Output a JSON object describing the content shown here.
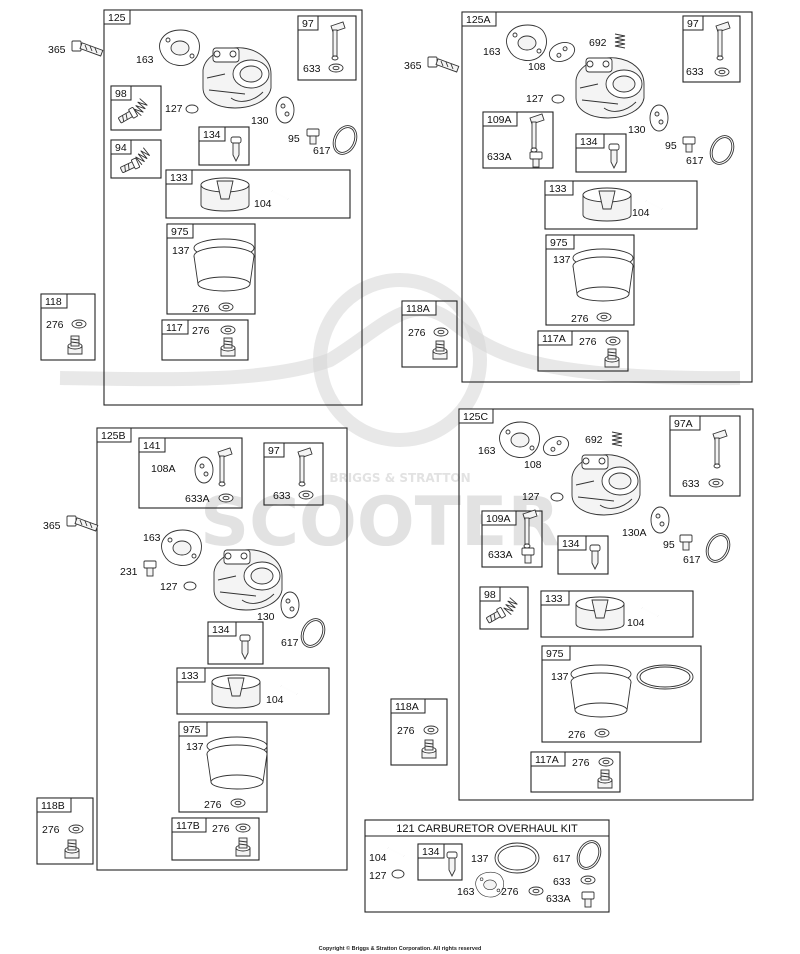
{
  "watermark": {
    "brand": "BRIGGS & STRATTON",
    "logo_text": "SCOOTER"
  },
  "groups": {
    "g125": {
      "tag": "125",
      "sub97": "97",
      "l633": "633",
      "l163": "163",
      "l127": "127",
      "l130": "130",
      "l95": "95",
      "l617": "617",
      "sub98": "98",
      "sub94": "94",
      "sub134": "134",
      "sub133": "133",
      "l104": "104",
      "sub975": "975",
      "l137": "137",
      "l276": "276",
      "sub117": "117",
      "l276b": "276"
    },
    "g125A": {
      "tag": "125A",
      "sub97": "97",
      "l633": "633",
      "l163": "163",
      "l108": "108",
      "l692": "692",
      "l127": "127",
      "l130": "130",
      "l95": "95",
      "l617": "617",
      "sub109A": "109A",
      "l633A": "633A",
      "sub134": "134",
      "sub133": "133",
      "l104": "104",
      "sub975": "975",
      "l137": "137",
      "l276": "276",
      "sub117A": "117A",
      "l276b": "276"
    },
    "g125B": {
      "tag": "125B",
      "sub141": "141",
      "l108A": "108A",
      "l633A": "633A",
      "sub97": "97",
      "l633": "633",
      "l163": "163",
      "l231": "231",
      "l127": "127",
      "l130": "130",
      "l617": "617",
      "sub134": "134",
      "sub133": "133",
      "l104": "104",
      "sub975": "975",
      "l137": "137",
      "l276": "276",
      "sub117B": "117B",
      "l276b": "276"
    },
    "g125C": {
      "tag": "125C",
      "l163": "163",
      "l108": "108",
      "l692": "692",
      "sub97A": "97A",
      "l633": "633",
      "l127": "127",
      "l130A": "130A",
      "l95": "95",
      "l617": "617",
      "sub109A": "109A",
      "l633A": "633A",
      "sub134": "134",
      "sub98": "98",
      "sub133": "133",
      "l104": "104",
      "sub975": "975",
      "l137": "137",
      "l276": "276",
      "sub117A": "117A",
      "l276b": "276"
    },
    "standalone": {
      "b118": {
        "tag": "118",
        "l276": "276"
      },
      "b118A_1": {
        "tag": "118A",
        "l276": "276"
      },
      "b118A_2": {
        "tag": "118A",
        "l276": "276"
      },
      "b118B": {
        "tag": "118B",
        "l276": "276"
      },
      "s365_1": "365",
      "s365_2": "365",
      "s365_3": "365"
    },
    "kit": {
      "title": "121 CARBURETOR OVERHAUL KIT",
      "l104": "104",
      "l127": "127",
      "sub134": "134",
      "l137": "137",
      "l617": "617",
      "l633": "633",
      "l163": "163",
      "l276": "276",
      "l633A": "633A"
    }
  },
  "copyright": "Copyright © Briggs & Stratton Corporation. All rights reserved"
}
